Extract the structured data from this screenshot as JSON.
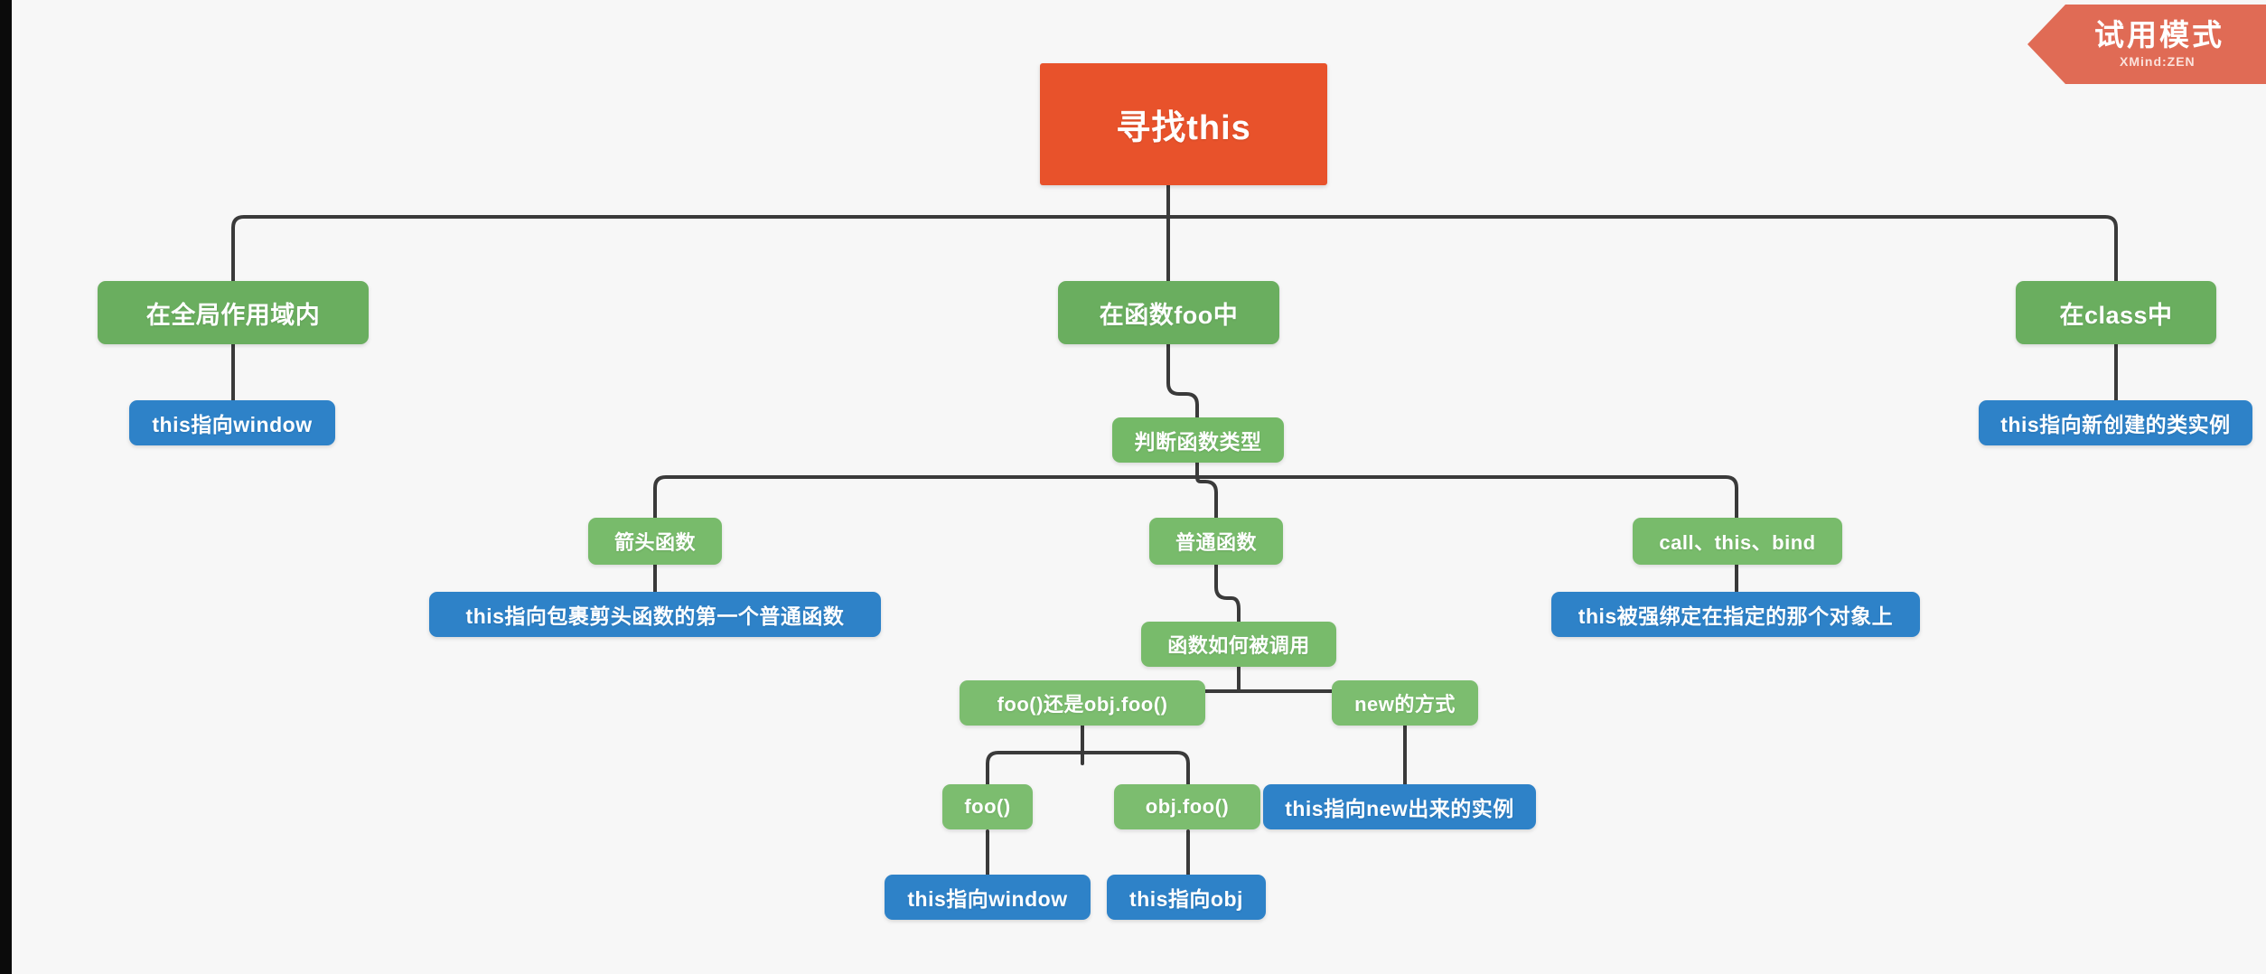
{
  "app": {
    "title": "寻找this",
    "canvas_background": "#f7f7f7"
  },
  "watermark": {
    "title": "试用模式",
    "subtitle": "XMind:ZEN",
    "color": "#e06b55"
  },
  "palette": {
    "root": "#e8522b",
    "branch": "#6aae5f",
    "branch_light": "#78bb6b",
    "leaf": "#2e82c8",
    "connector": "#3a3a3a"
  },
  "nodes": {
    "root": {
      "label": "寻找this"
    },
    "global_scope": {
      "label": "在全局作用域内"
    },
    "global_scope_leaf": {
      "label": "this指向window"
    },
    "in_foo": {
      "label": "在函数foo中"
    },
    "judge_type": {
      "label": "判断函数类型"
    },
    "in_class": {
      "label": "在class中"
    },
    "in_class_leaf": {
      "label": "this指向新创建的类实例"
    },
    "arrow_fn": {
      "label": "箭头函数"
    },
    "arrow_fn_leaf": {
      "label": "this指向包裹剪头函数的第一个普通函数"
    },
    "normal_fn": {
      "label": "普通函数"
    },
    "how_called": {
      "label": "函数如何被调用"
    },
    "call_bind": {
      "label": "call、this、bind"
    },
    "call_bind_leaf": {
      "label": "this被强绑定在指定的那个对象上"
    },
    "foo_or_objfoo": {
      "label": "foo()还是obj.foo()"
    },
    "new_way": {
      "label": "new的方式"
    },
    "new_way_leaf": {
      "label": "this指向new出来的实例"
    },
    "foo_call": {
      "label": "foo()"
    },
    "obj_foo_call": {
      "label": "obj.foo()"
    },
    "foo_call_leaf": {
      "label": "this指向window"
    },
    "obj_foo_call_leaf": {
      "label": "this指向obj"
    }
  },
  "chart_data": {
    "type": "diagram",
    "diagram_kind": "mind-map",
    "title": "寻找this",
    "root": "寻找this",
    "edges": [
      [
        "寻找this",
        "在全局作用域内"
      ],
      [
        "在全局作用域内",
        "this指向window"
      ],
      [
        "寻找this",
        "在函数foo中"
      ],
      [
        "在函数foo中",
        "判断函数类型"
      ],
      [
        "寻找this",
        "在class中"
      ],
      [
        "在class中",
        "this指向新创建的类实例"
      ],
      [
        "判断函数类型",
        "箭头函数"
      ],
      [
        "箭头函数",
        "this指向包裹剪头函数的第一个普通函数"
      ],
      [
        "判断函数类型",
        "普通函数"
      ],
      [
        "普通函数",
        "函数如何被调用"
      ],
      [
        "判断函数类型",
        "call、this、bind"
      ],
      [
        "call、this、bind",
        "this被强绑定在指定的那个对象上"
      ],
      [
        "函数如何被调用",
        "foo()还是obj.foo()"
      ],
      [
        "函数如何被调用",
        "new的方式"
      ],
      [
        "new的方式",
        "this指向new出来的实例"
      ],
      [
        "foo()还是obj.foo()",
        "foo()"
      ],
      [
        "foo()还是obj.foo()",
        "obj.foo()"
      ],
      [
        "foo()",
        "this指向window"
      ],
      [
        "obj.foo()",
        "this指向obj"
      ]
    ]
  }
}
